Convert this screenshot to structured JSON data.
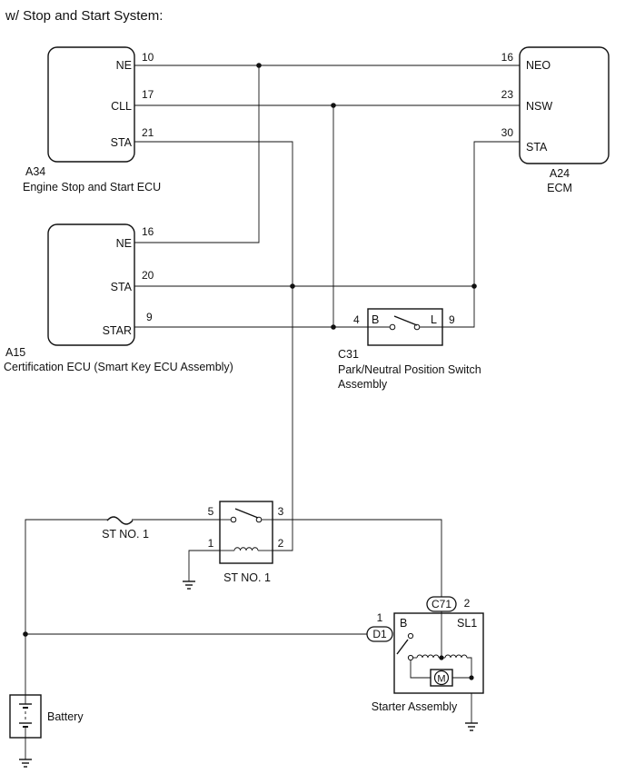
{
  "title": "w/ Stop and Start System:",
  "components": {
    "a34": {
      "code": "A34",
      "name": "Engine Stop and Start ECU",
      "pins": {
        "ne": {
          "label": "NE",
          "num": "10"
        },
        "cll": {
          "label": "CLL",
          "num": "17"
        },
        "sta": {
          "label": "STA",
          "num": "21"
        }
      }
    },
    "a24": {
      "code": "A24",
      "name": "ECM",
      "pins": {
        "neo": {
          "label": "NEO",
          "num": "16"
        },
        "nsw": {
          "label": "NSW",
          "num": "23"
        },
        "sta": {
          "label": "STA",
          "num": "30"
        }
      }
    },
    "a15": {
      "code": "A15",
      "name": "Certification ECU (Smart Key ECU Assembly)",
      "pins": {
        "ne": {
          "label": "NE",
          "num": "16"
        },
        "sta": {
          "label": "STA",
          "num": "20"
        },
        "star": {
          "label": "STAR",
          "num": "9"
        }
      }
    },
    "c31": {
      "code": "C31",
      "name_line1": "Park/Neutral Position Switch",
      "name_line2": "Assembly",
      "pin_b": {
        "label": "B",
        "num": "4"
      },
      "pin_l": {
        "label": "L",
        "num": "9"
      }
    },
    "st_fuse": {
      "name": "ST NO. 1"
    },
    "st_relay": {
      "name": "ST NO. 1",
      "pins": {
        "p5": "5",
        "p3": "3",
        "p1": "1",
        "p2": "2"
      }
    },
    "starter": {
      "name": "Starter Assembly",
      "connector_c": {
        "label": "C71",
        "num": "2"
      },
      "connector_d": {
        "label": "D1",
        "num": "1"
      },
      "terminal_b": "B",
      "terminal_sl": "SL1",
      "motor": "M"
    },
    "battery": {
      "name": "Battery"
    }
  }
}
